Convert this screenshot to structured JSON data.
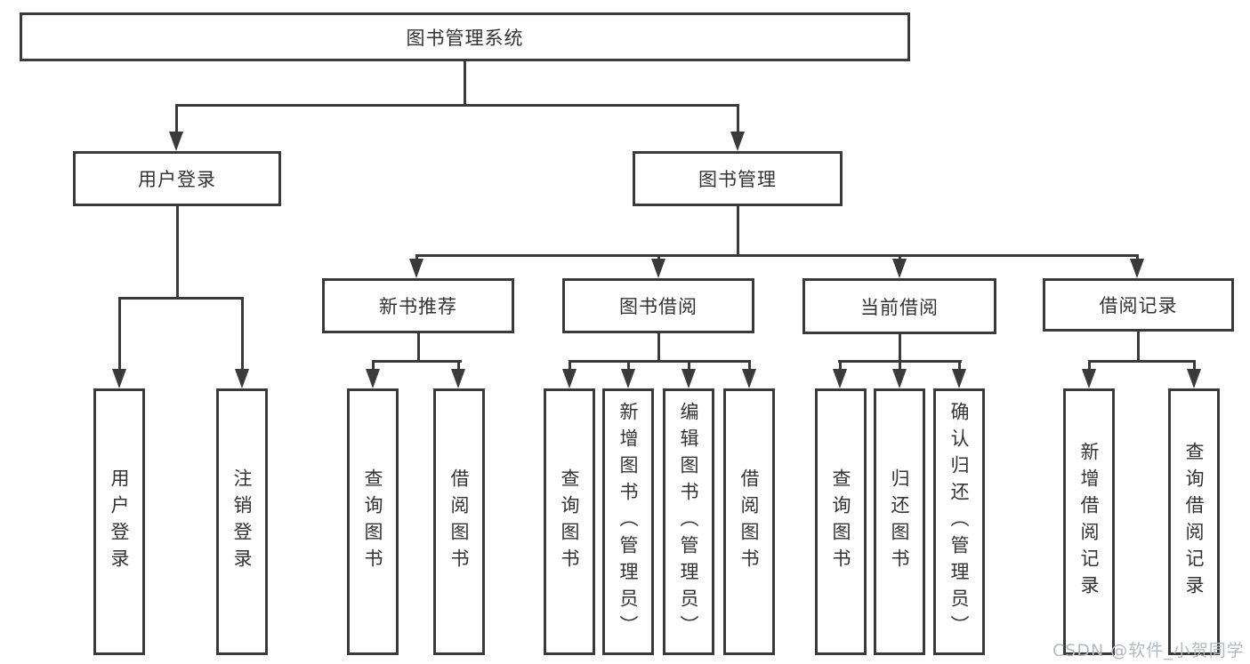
{
  "tree": {
    "root": {
      "label": "图书管理系统"
    },
    "branches": [
      {
        "label": "用户登录",
        "leaves": [
          {
            "label": "用户登录"
          },
          {
            "label": "注销登录"
          }
        ]
      },
      {
        "label": "图书管理",
        "groups": [
          {
            "label": "新书推荐",
            "leaves": [
              {
                "label": "查询图书"
              },
              {
                "label": "借阅图书"
              }
            ]
          },
          {
            "label": "图书借阅",
            "leaves": [
              {
                "label": "查询图书"
              },
              {
                "label": "新增图书（管理员）"
              },
              {
                "label": "编辑图书（管理员）"
              },
              {
                "label": "借阅图书"
              }
            ]
          },
          {
            "label": "当前借阅",
            "leaves": [
              {
                "label": "查询图书"
              },
              {
                "label": "归还图书"
              },
              {
                "label": "确认归还（管理员）"
              }
            ]
          },
          {
            "label": "借阅记录",
            "leaves": [
              {
                "label": "新增借阅记录"
              },
              {
                "label": "查询借阅记录"
              }
            ]
          }
        ]
      }
    ]
  },
  "watermark": {
    "text": "CSDN @软件_小贺同学"
  },
  "colors": {
    "line": "#3a3a3a",
    "text": "#333333",
    "watermark": "#b4b8bf",
    "background": "#ffffff"
  }
}
